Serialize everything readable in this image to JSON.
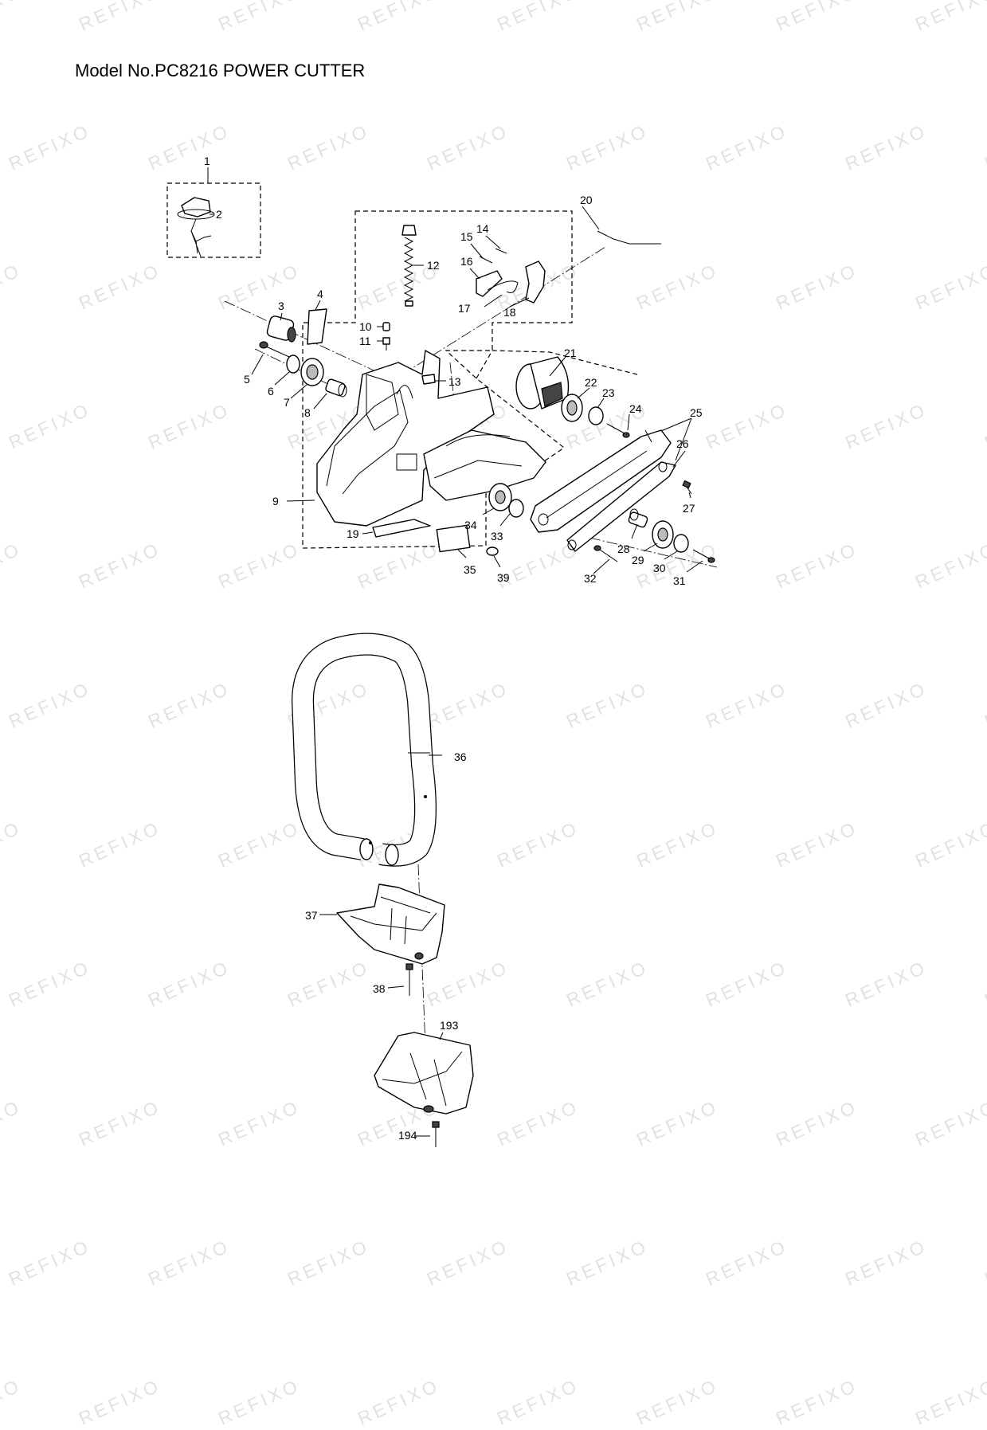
{
  "title": "Model No.PC8216 POWER CUTTER",
  "watermark": "REFIXO",
  "callouts": [
    {
      "id": "c1",
      "label": "1"
    },
    {
      "id": "c2",
      "label": "2"
    },
    {
      "id": "c3",
      "label": "3"
    },
    {
      "id": "c4",
      "label": "4"
    },
    {
      "id": "c5",
      "label": "5"
    },
    {
      "id": "c6",
      "label": "6"
    },
    {
      "id": "c7",
      "label": "7"
    },
    {
      "id": "c8",
      "label": "8"
    },
    {
      "id": "c9",
      "label": "9"
    },
    {
      "id": "c10",
      "label": "10"
    },
    {
      "id": "c11",
      "label": "11"
    },
    {
      "id": "c12",
      "label": "12"
    },
    {
      "id": "c13",
      "label": "13"
    },
    {
      "id": "c14",
      "label": "14"
    },
    {
      "id": "c15",
      "label": "15"
    },
    {
      "id": "c16",
      "label": "16"
    },
    {
      "id": "c17",
      "label": "17"
    },
    {
      "id": "c18",
      "label": "18"
    },
    {
      "id": "c19",
      "label": "19"
    },
    {
      "id": "c20",
      "label": "20"
    },
    {
      "id": "c21",
      "label": "21"
    },
    {
      "id": "c22",
      "label": "22"
    },
    {
      "id": "c23",
      "label": "23"
    },
    {
      "id": "c24",
      "label": "24"
    },
    {
      "id": "c25",
      "label": "25"
    },
    {
      "id": "c26",
      "label": "26"
    },
    {
      "id": "c27",
      "label": "27"
    },
    {
      "id": "c28",
      "label": "28"
    },
    {
      "id": "c29",
      "label": "29"
    },
    {
      "id": "c30",
      "label": "30"
    },
    {
      "id": "c31",
      "label": "31"
    },
    {
      "id": "c32",
      "label": "32"
    },
    {
      "id": "c33",
      "label": "33"
    },
    {
      "id": "c34",
      "label": "34"
    },
    {
      "id": "c35",
      "label": "35"
    },
    {
      "id": "c36",
      "label": "36"
    },
    {
      "id": "c37",
      "label": "37"
    },
    {
      "id": "c38",
      "label": "38"
    },
    {
      "id": "c39",
      "label": "39"
    },
    {
      "id": "c193",
      "label": "193"
    },
    {
      "id": "c194",
      "label": "194"
    }
  ]
}
